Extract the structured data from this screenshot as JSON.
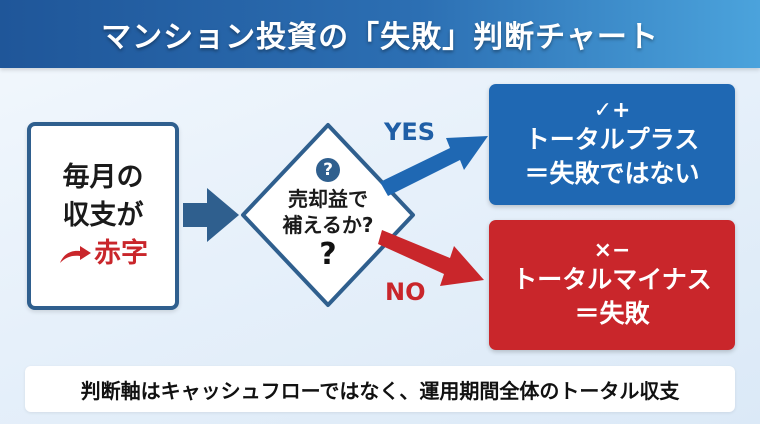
{
  "header": {
    "title": "マンション投資の「失敗」判断チャート"
  },
  "start": {
    "line1": "毎月の",
    "line2": "収支が",
    "line3": "赤字",
    "icon": "red-curved-arrow-icon"
  },
  "decision": {
    "icon_label": "?",
    "line1": "売却益で",
    "line2": "補えるか?",
    "big_mark": "?"
  },
  "branches": {
    "yes_label": "YES",
    "no_label": "NO"
  },
  "results": {
    "yes": {
      "icons": "✓+",
      "line1": "トータルプラス",
      "line2": "＝失敗ではない",
      "color": "#1f68b3"
    },
    "no": {
      "icons": "×−",
      "line1": "トータルマイナス",
      "line2": "＝失敗",
      "color": "#c9262b"
    }
  },
  "footer": {
    "text": "判断軸はキャッシュフローではなく、運用期間全体のトータル収支"
  },
  "colors": {
    "header_start": "#1f5699",
    "header_end": "#4ba3dc",
    "node_border": "#2f5f8e",
    "yes_blue": "#1f68b3",
    "no_red": "#c9262b"
  }
}
